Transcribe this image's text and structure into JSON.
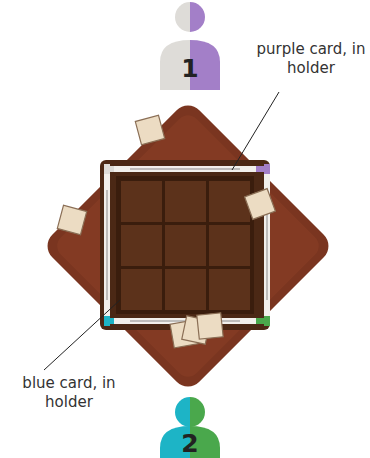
{
  "diagram": {
    "nodes": [
      {
        "text": [
          "1"
        ]
      },
      {
        "text": [
          "2"
        ]
      }
    ],
    "labels": [
      "purple card, in holder",
      "blue card, in holder"
    ]
  }
}
